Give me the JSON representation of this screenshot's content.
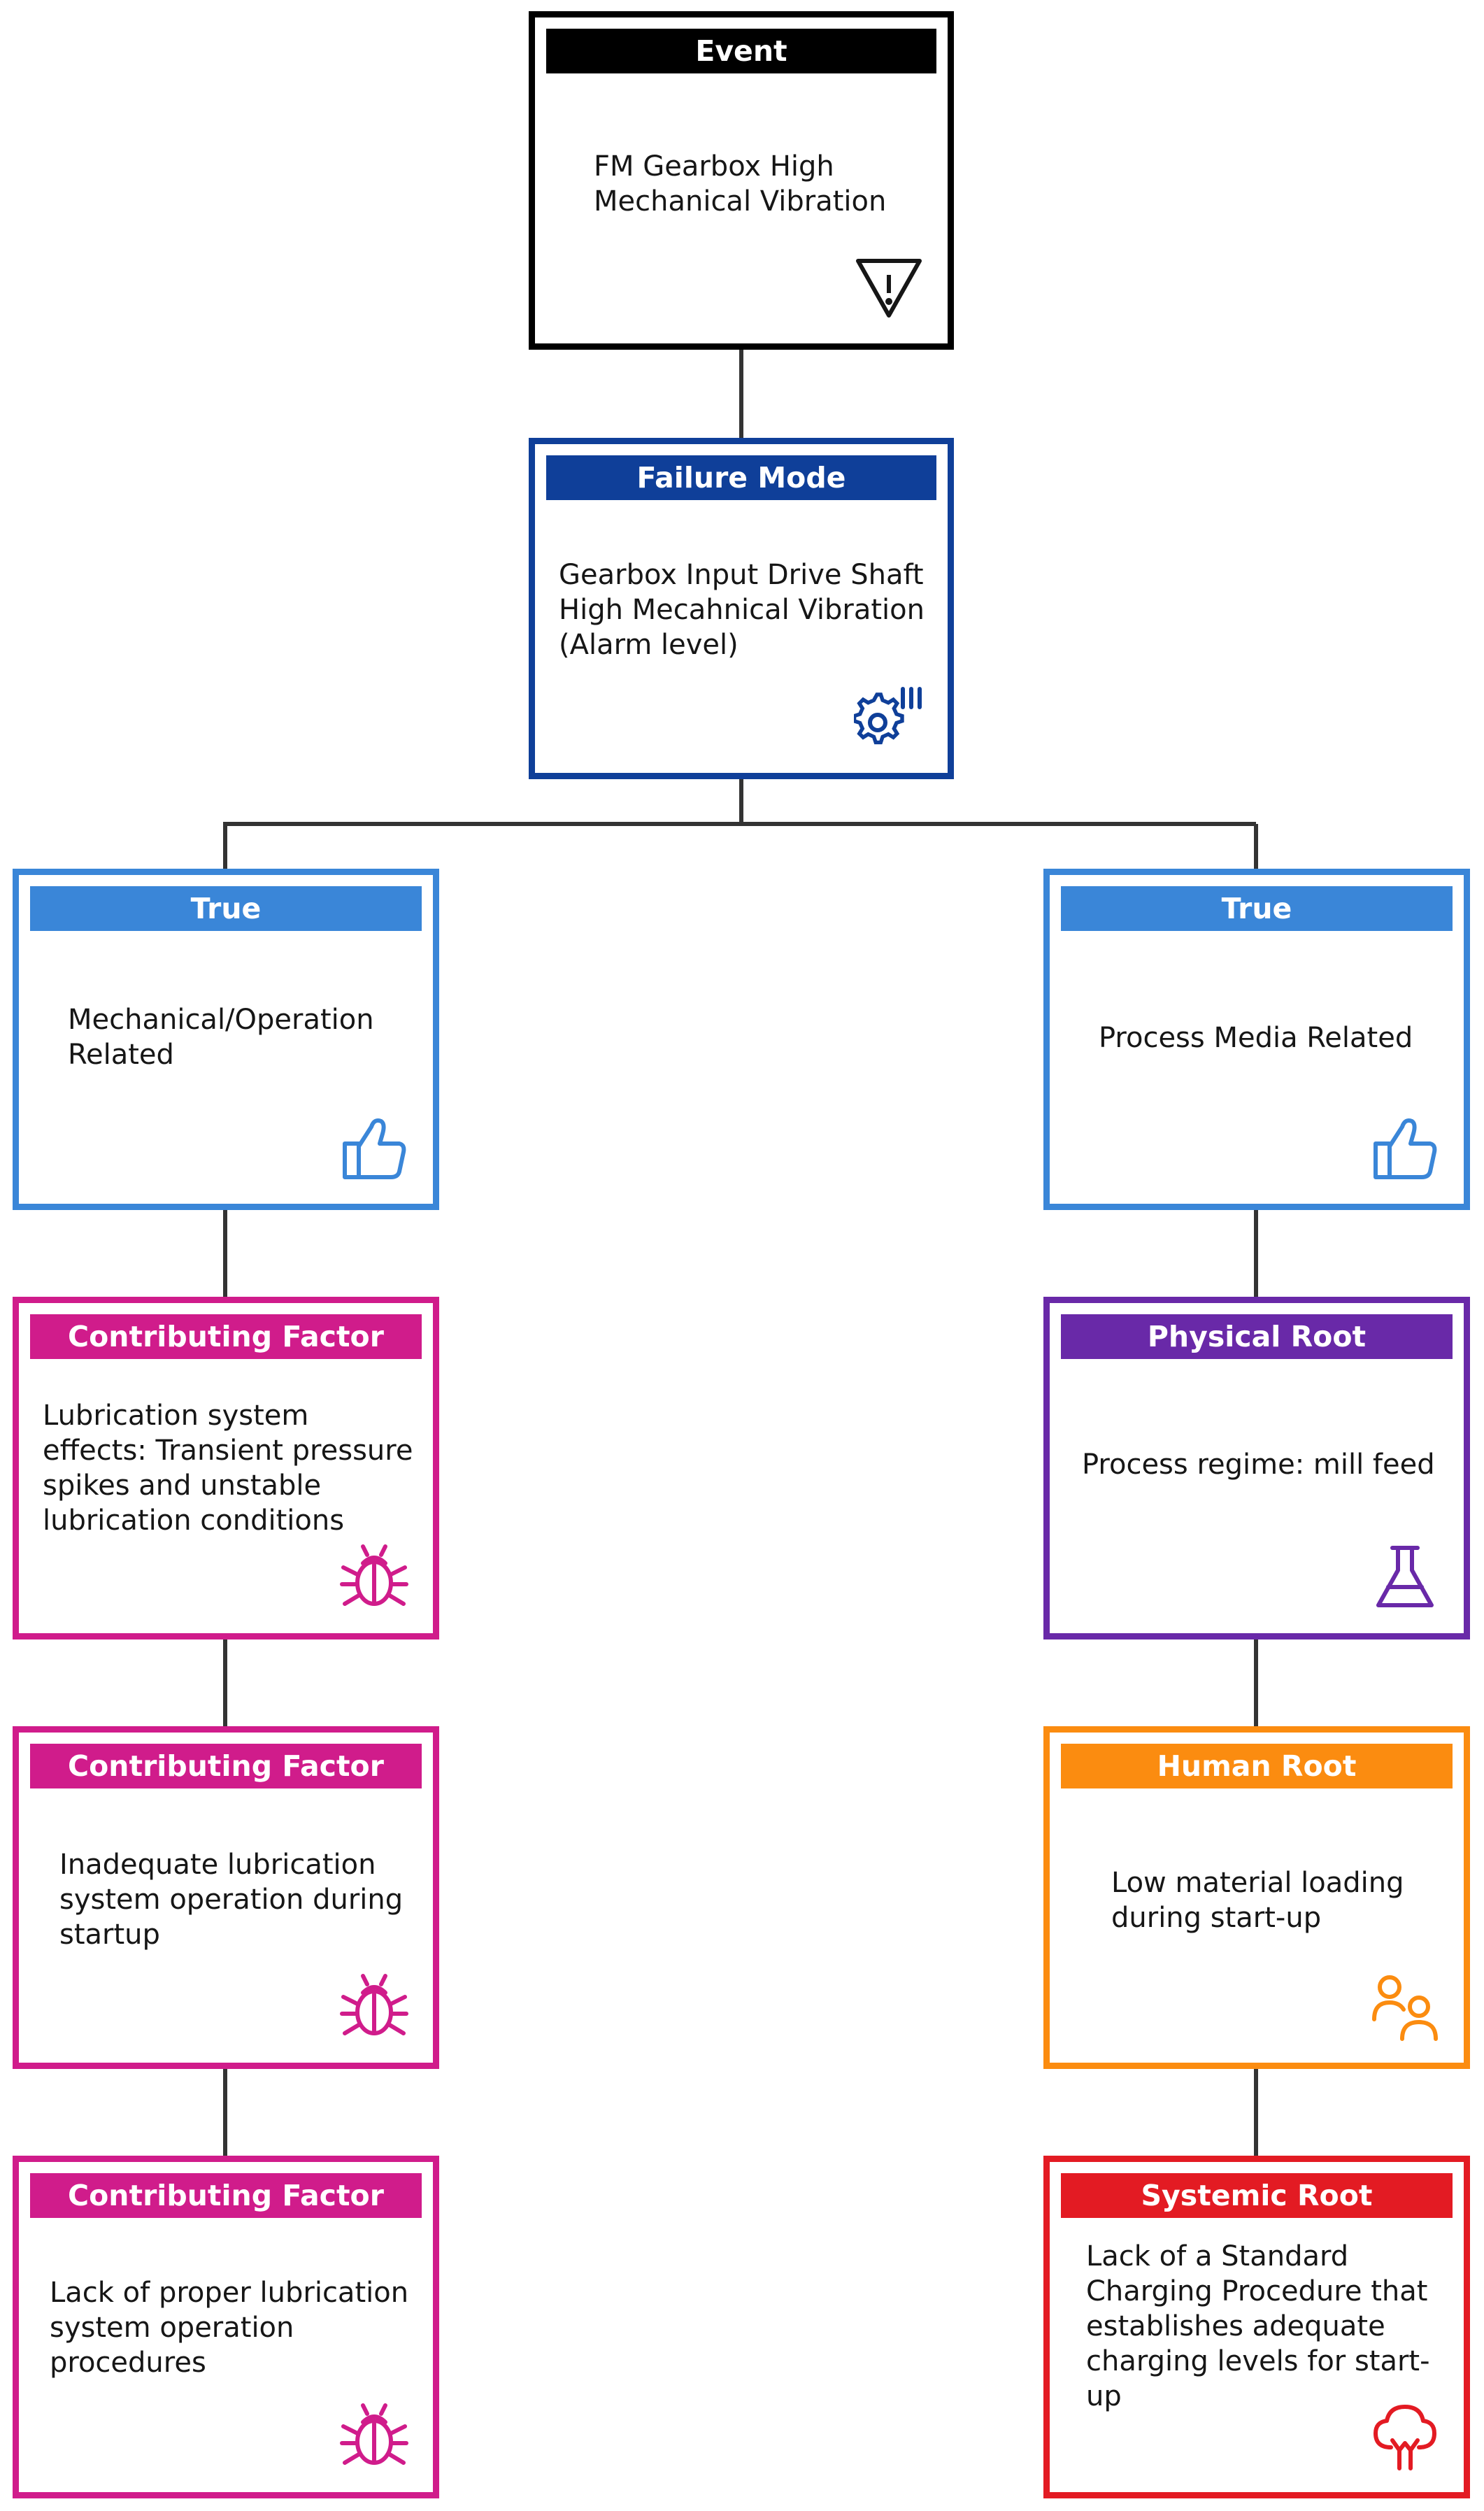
{
  "nodes": {
    "event": {
      "header": "Event",
      "text": "FM Gearbox High Mechanical Vibration",
      "icon": "warning-triangle-icon",
      "color": "#000000"
    },
    "failure_mode": {
      "header": "Failure Mode",
      "text": "Gearbox Input Drive Shaft High Mecahnical Vibration (Alarm level)",
      "icon": "gear-vibration-icon",
      "color": "#0f3f99"
    },
    "true_left": {
      "header": "True",
      "text": "Mechanical/Operation Related",
      "icon": "thumbs-up-icon",
      "color": "#3a86d8"
    },
    "true_right": {
      "header": "True",
      "text": "Process Media Related",
      "icon": "thumbs-up-icon",
      "color": "#3a86d8"
    },
    "contributing_1": {
      "header": "Contributing Factor",
      "text": "Lubrication system effects: Transient pressure spikes and unstable lubrication conditions",
      "icon": "bug-icon",
      "color": "#d01c8b"
    },
    "contributing_2": {
      "header": "Contributing Factor",
      "text": "Inadequate lubrication system operation during startup",
      "icon": "bug-icon",
      "color": "#d01c8b"
    },
    "contributing_3": {
      "header": "Contributing Factor",
      "text": "Lack of proper lubrication system operation procedures",
      "icon": "bug-icon",
      "color": "#d01c8b"
    },
    "physical_root": {
      "header": "Physical Root",
      "text": "Process regime: mill feed",
      "icon": "flask-icon",
      "color": "#6929a8"
    },
    "human_root": {
      "header": "Human Root",
      "text": "Low material loading during start-up",
      "icon": "people-icon",
      "color": "#fb8c10"
    },
    "systemic_root": {
      "header": "Systemic Root",
      "text": "Lack of a Standard Charging Procedure that establishes adequate charging levels for start-up",
      "icon": "tree-icon",
      "color": "#e31b23"
    }
  }
}
